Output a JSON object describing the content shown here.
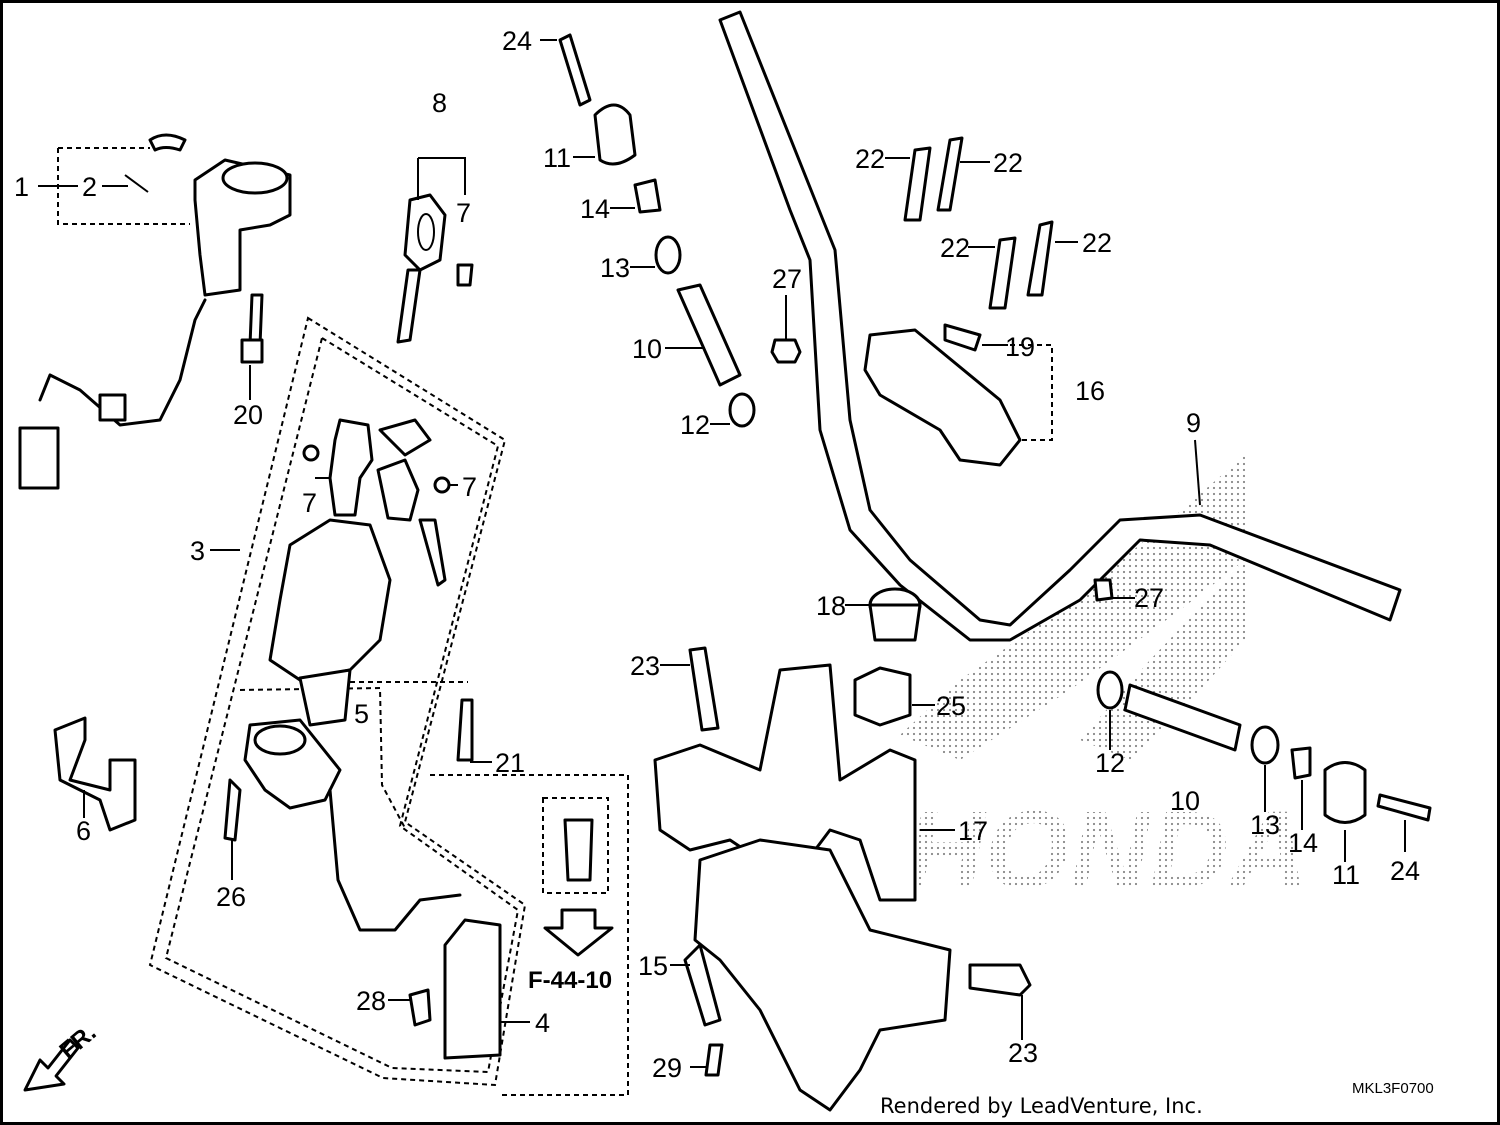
{
  "diagram": {
    "ref_diagram": "F-44-10",
    "drawing_code": "MKL3F0700",
    "credit": "Rendered by LeadVenture, Inc.",
    "watermark": "HONDA",
    "fr_marker": "FR."
  },
  "callouts": {
    "c1": "1",
    "c2": "2",
    "c3": "3",
    "c4": "4",
    "c5": "5",
    "c6": "6",
    "c7a": "7",
    "c7b": "7",
    "c7c": "7",
    "c8": "8",
    "c9": "9",
    "c10a": "10",
    "c10b": "10",
    "c11a": "11",
    "c11b": "11",
    "c12a": "12",
    "c12b": "12",
    "c13a": "13",
    "c13b": "13",
    "c14a": "14",
    "c14b": "14",
    "c15": "15",
    "c16": "16",
    "c17": "17",
    "c18": "18",
    "c19": "19",
    "c20": "20",
    "c21": "21",
    "c22a": "22",
    "c22b": "22",
    "c22c": "22",
    "c22d": "22",
    "c23a": "23",
    "c23b": "23",
    "c24a": "24",
    "c24b": "24",
    "c25": "25",
    "c26": "26",
    "c27a": "27",
    "c27b": "27",
    "c28": "28",
    "c29": "29"
  }
}
